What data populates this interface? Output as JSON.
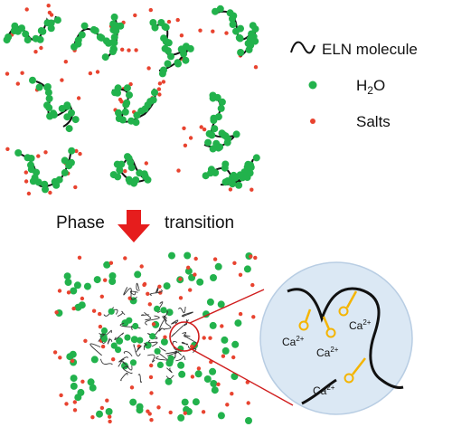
{
  "legend": {
    "eln_label": "ELN molecule",
    "water_label": "H",
    "water_sub": "2",
    "water_suffix": "O",
    "salts_label": "Salts"
  },
  "arrow": {
    "left_label": "Phase",
    "right_label": "transition"
  },
  "inset": {
    "ion_base": "Ca",
    "ion_charge": "2+",
    "ion_count": 4
  },
  "colors": {
    "water": "#22b24c",
    "salt": "#e8432f",
    "chain": "#111111",
    "arrow": "#e61d1d",
    "inset_bg": "#dbe8f4",
    "inset_border": "#b8cde3",
    "callout": "#d01c1c",
    "ion_ring": "#f4b400"
  }
}
